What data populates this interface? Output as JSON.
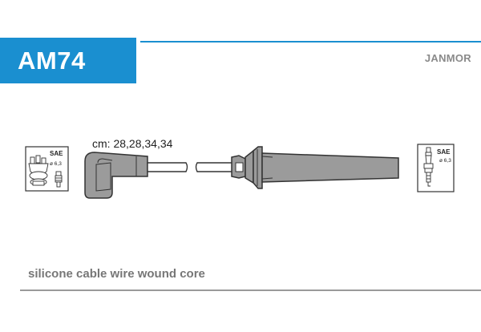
{
  "header": {
    "part_code": "AM74",
    "brand": "JANMOR",
    "accent_color": "#1a8fd0"
  },
  "diagram": {
    "lengths_label": "cm: 28,28,34,34",
    "left_terminal": {
      "standard": "SAE",
      "diameter": "ø 6,3",
      "icon": "distributor-cap-icon"
    },
    "right_terminal": {
      "standard": "SAE",
      "diameter": "ø 6,3",
      "icon": "spark-plug-icon"
    }
  },
  "footer": {
    "description": "silicone cable wire wound core"
  }
}
